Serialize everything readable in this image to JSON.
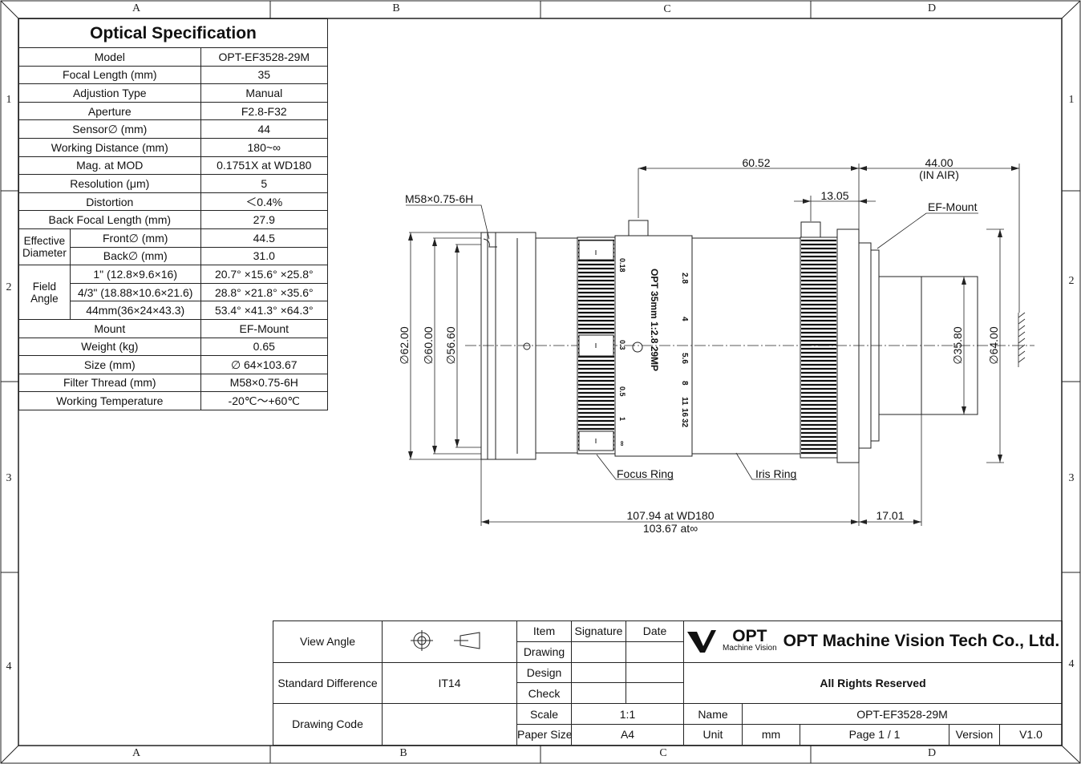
{
  "zones": {
    "cols": [
      "A",
      "B",
      "C",
      "D"
    ],
    "rows": [
      "1",
      "2",
      "3",
      "4"
    ]
  },
  "spec": {
    "title": "Optical Specification",
    "rows": [
      {
        "label": "Model",
        "value": "OPT-EF3528-29M"
      },
      {
        "label": "Focal Length (mm)",
        "value": "35"
      },
      {
        "label": "Adjustion Type",
        "value": "Manual"
      },
      {
        "label": "Aperture",
        "value": "F2.8-F32"
      },
      {
        "label": "Sensor∅ (mm)",
        "value": "44"
      },
      {
        "label": "Working Distance (mm)",
        "value": "180~∞"
      },
      {
        "label": "Mag. at MOD",
        "value": "0.1751X at WD180"
      },
      {
        "label": "Resolution (μm)",
        "value": "5"
      },
      {
        "label": "Distortion",
        "value": "＜0.4%"
      },
      {
        "label": "Back Focal Length (mm)",
        "value": "27.9"
      }
    ],
    "effective_diameter": {
      "group": "Effective Diameter",
      "front_label": "Front∅ (mm)",
      "front_value": "44.5",
      "back_label": "Back∅ (mm)",
      "back_value": "31.0"
    },
    "field_angle": {
      "group": "Field Angle",
      "rows": [
        {
          "label": "1\" (12.8×9.6×16)",
          "value": "20.7° ×15.6° ×25.8°"
        },
        {
          "label": "4/3\" (18.88×10.6×21.6)",
          "value": "28.8° ×21.8° ×35.6°"
        },
        {
          "label": "44mm(36×24×43.3)",
          "value": "53.4° ×41.3° ×64.3°"
        }
      ]
    },
    "rows2": [
      {
        "label": "Mount",
        "value": "EF-Mount"
      },
      {
        "label": "Weight (kg)",
        "value": "0.65"
      },
      {
        "label": "Size (mm)",
        "value": "∅ 64×103.67"
      },
      {
        "label": "Filter Thread (mm)",
        "value": "M58×0.75-6H"
      },
      {
        "label": "Working Temperature",
        "value": "-20℃～+60℃"
      }
    ]
  },
  "drawing": {
    "dim_top_1": "60.52",
    "dim_top_2": "44.00",
    "dim_top_2_note": "(IN AIR)",
    "dim_13": "13.05",
    "thread_label": "M58×0.75-6H",
    "mount_label": "EF-Mount",
    "d62": "∅62.00",
    "d60": "∅60.00",
    "d56": "∅56.60",
    "d35": "∅35.80",
    "d64": "∅64.00",
    "focus_ring": "Focus Ring",
    "iris_ring": "Iris Ring",
    "len_wd": "107.94 at WD180",
    "len_inf": "103.67  at∞",
    "dim_17": "17.01",
    "engrave_main": "OPT 35mm 1:2.8 29MP",
    "aperture_scale": [
      "2.8",
      "4",
      "5.6",
      "8",
      "11",
      "16",
      "32"
    ],
    "focus_scale": [
      "0.18",
      "0.3",
      "0.5",
      "1",
      "∞"
    ]
  },
  "titleblock": {
    "view_angle": "View Angle",
    "std_diff": "Standard Difference",
    "std_diff_value": "IT14",
    "drawing_code": "Drawing Code",
    "item": "Item",
    "signature": "Signature",
    "date": "Date",
    "drawing": "Drawing",
    "design": "Design",
    "check": "Check",
    "scale": "Scale",
    "scale_value": "1:1",
    "paper_size": "Paper Size",
    "paper_value": "A4",
    "logo_text": "OPT",
    "logo_sub": "Machine Vision",
    "company": "OPT Machine Vision Tech Co., Ltd.",
    "rights": "All Rights Reserved",
    "name": "Name",
    "name_value": "OPT-EF3528-29M",
    "unit": "Unit",
    "unit_value": "mm",
    "page": "Page  1 / 1",
    "version": "Version",
    "version_value": "V1.0"
  }
}
